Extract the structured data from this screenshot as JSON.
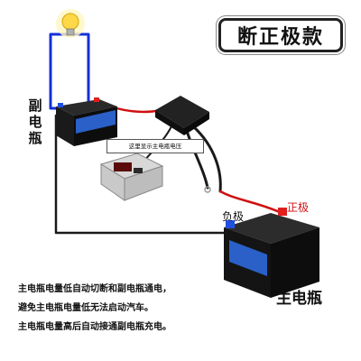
{
  "title": "断正极款",
  "aux_battery_label": [
    "副",
    "电",
    "瓶"
  ],
  "callout_text": "这里显示主电瓶电压",
  "negative_label": "负极",
  "positive_label": "正极",
  "main_battery_label": "主电瓶",
  "description": [
    "主电瓶电量低自动切断和副电瓶通电，",
    "避免主电瓶电量低无法启动汽车。",
    "主电瓶电量高后自动接通副电瓶充电。"
  ],
  "colors": {
    "wire_blue": "#1430d8",
    "wire_black": "#1a1a1a",
    "wire_red": "#d01010",
    "battery_body": "#111111",
    "battery_label_blue": "#2a60c8",
    "positive_terminal": "#e02020",
    "negative_terminal": "#2050e0",
    "bulb": "#ffd84a"
  },
  "icons": [
    "light-bulb-icon",
    "aux-battery-icon",
    "relay-module-icon",
    "voltage-display-icon",
    "main-battery-icon"
  ]
}
